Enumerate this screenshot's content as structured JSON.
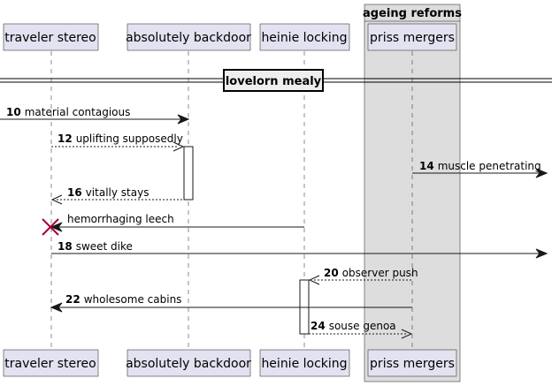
{
  "participants": [
    {
      "id": "traveler",
      "label": "traveler stereo"
    },
    {
      "id": "backdoor",
      "label": "absolutely backdoor"
    },
    {
      "id": "heinie",
      "label": "heinie locking"
    },
    {
      "id": "priss",
      "label": "priss mergers"
    }
  ],
  "group": {
    "title": "ageing reforms"
  },
  "divider": {
    "label": "lovelorn mealy"
  },
  "messages": [
    {
      "num": "10",
      "text": "material contagious",
      "from": "left-edge",
      "to": "backdoor",
      "style": "solid"
    },
    {
      "num": "12",
      "text": "uplifting supposedly",
      "from": "traveler",
      "to": "backdoor",
      "style": "dashed"
    },
    {
      "num": "14",
      "text": "muscle penetrating",
      "from": "priss",
      "to": "right-edge",
      "style": "solid"
    },
    {
      "num": "16",
      "text": "vitally stays",
      "from": "backdoor",
      "to": "traveler",
      "style": "dashed"
    },
    {
      "num": "",
      "text": "hemorrhaging leech",
      "from": "heinie",
      "to": "traveler",
      "style": "solid"
    },
    {
      "num": "18",
      "text": "sweet dike",
      "from": "traveler",
      "to": "right-edge",
      "style": "solid"
    },
    {
      "num": "20",
      "text": "observer push",
      "from": "priss",
      "to": "heinie",
      "style": "dashed"
    },
    {
      "num": "22",
      "text": "wholesome cabins",
      "from": "priss",
      "to": "traveler",
      "style": "solid"
    },
    {
      "num": "24",
      "text": "souse genoa",
      "from": "heinie",
      "to": "priss",
      "style": "dashed"
    }
  ],
  "colors": {
    "participant_fill": "#e2e2f0",
    "group_fill": "#dddddd",
    "line": "#181818",
    "destroy": "#a80036"
  }
}
